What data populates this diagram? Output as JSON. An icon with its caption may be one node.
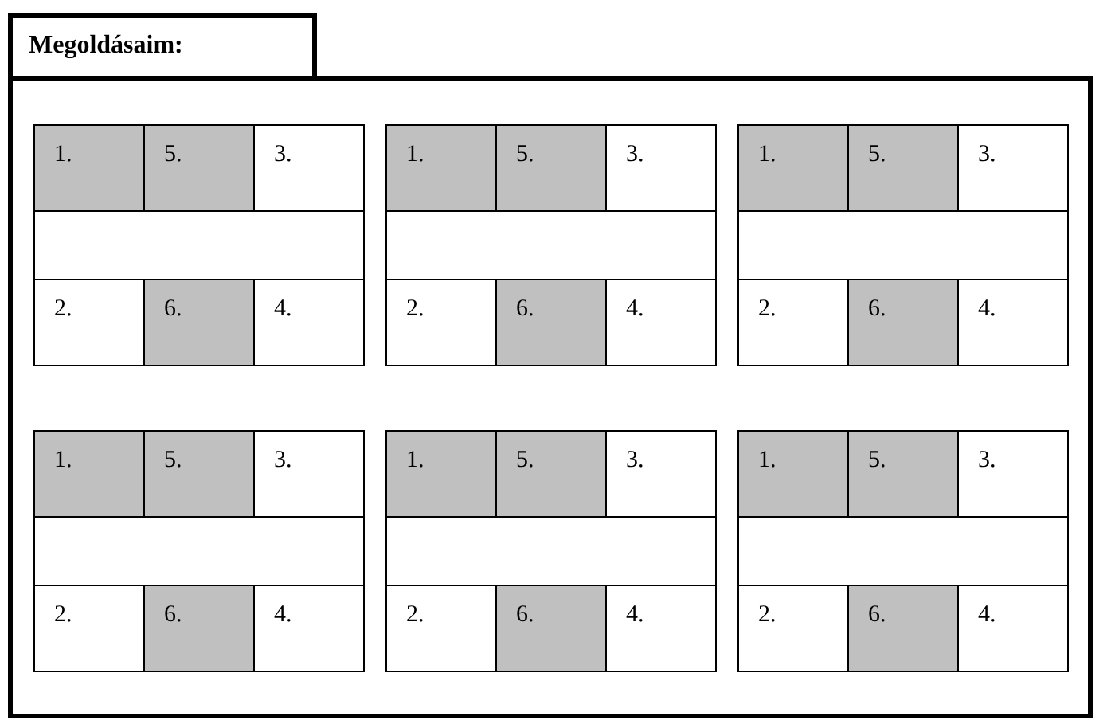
{
  "diagram": {
    "title": "Megoldásaim:",
    "labels": [
      "1.",
      "5.",
      "3.",
      "2.",
      "6.",
      "4.",
      "1.",
      "5.",
      "3.",
      "2.",
      "6.",
      "4.",
      "1.",
      "5.",
      "3.",
      "2.",
      "6.",
      "4.",
      "1.",
      "5.",
      "3.",
      "2.",
      "6.",
      "4.",
      "1.",
      "5.",
      "3.",
      "2.",
      "6.",
      "4.",
      "1.",
      "5.",
      "3.",
      "2.",
      "6.",
      "4."
    ]
  }
}
